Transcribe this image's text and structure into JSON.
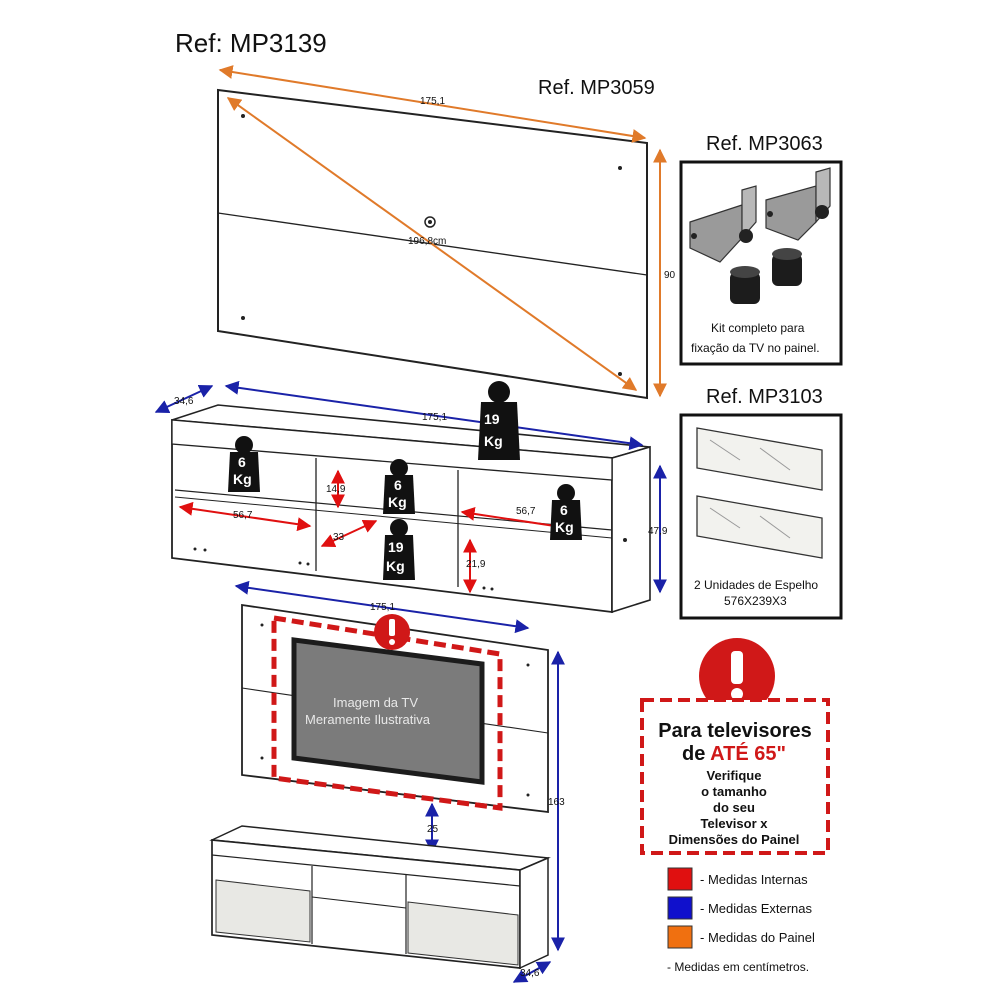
{
  "refs": {
    "main": "Ref: MP3139",
    "panel": "Ref. MP3059",
    "kit": "Ref. MP3063",
    "mirror": "Ref. MP3103"
  },
  "panel_dims": {
    "width": "175,1",
    "height": "90",
    "diagonal": "196,8cm"
  },
  "rack_dims": {
    "width": "175,1",
    "depth": "34,6",
    "height": "47,9",
    "niche_width_left": "56,7",
    "niche_width_right": "56,7",
    "niche_height": "14,9",
    "center_width": "33",
    "lower_height": "21,9"
  },
  "weights": {
    "top": [
      "19",
      "Kg"
    ],
    "left": [
      "6",
      "Kg"
    ],
    "center": [
      "6",
      "Kg"
    ],
    "right": [
      "6",
      "Kg"
    ],
    "center_lower": [
      "19",
      "Kg"
    ]
  },
  "kit_caption": [
    "Kit completo para",
    "fixação da TV no painel."
  ],
  "mirror_caption": [
    "2 Unidades de Espelho",
    "576X239X3"
  ],
  "assembly": {
    "width": "175,1",
    "height": "163",
    "gap": "25",
    "depth": "34,6",
    "tv_text": [
      "Imagem da TV",
      "Meramente Ilustrativa"
    ]
  },
  "warning": {
    "line1": "Para televisores",
    "line2_prefix": "de ",
    "line2_highlight": "ATÉ 65\"",
    "lines": [
      "Verifique",
      "o tamanho",
      "do seu",
      "Televisor x",
      "Dimensões do Painel"
    ]
  },
  "legend": [
    {
      "label": "- Medidas Internas",
      "color": "#e01010"
    },
    {
      "label": "- Medidas Externas",
      "color": "#1010cc"
    },
    {
      "label": "- Medidas do Painel",
      "color": "#f07010"
    }
  ],
  "footnote": "- Medidas em centímetros.",
  "colors": {
    "internal": "#e01010",
    "external": "#1a22a8",
    "panel": "#e07a2a",
    "warning": "#d01818"
  }
}
